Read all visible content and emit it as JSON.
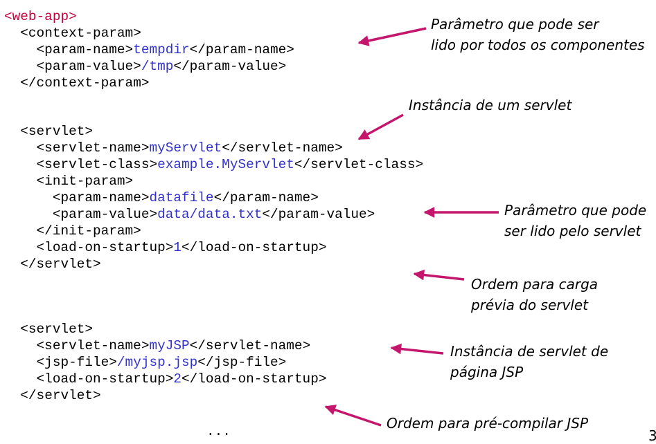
{
  "code": {
    "web_app_open": "<web-app>",
    "context_param_open": "<context-param>",
    "param_name_open": "<param-name>",
    "param_name_close": "</param-name>",
    "param_value_open": "<param-value>",
    "param_value_close": "</param-value>",
    "context_param_close": "</context-param>",
    "servlet_open": "<servlet>",
    "servlet_close": "</servlet>",
    "servlet_name_open": "<servlet-name>",
    "servlet_name_close": "</servlet-name>",
    "servlet_class_open": "<servlet-class>",
    "servlet_class_close": "</servlet-class>",
    "init_param_open": "<init-param>",
    "init_param_close": "</init-param>",
    "load_on_startup_open": "<load-on-startup>",
    "load_on_startup_close": "</load-on-startup>",
    "jsp_file_open": "<jsp-file>",
    "jsp_file_close": "</jsp-file>",
    "ellipsis": "...",
    "values": {
      "tempdir": "tempdir",
      "tmp": "/tmp",
      "my_servlet": "myServlet",
      "servlet_class": "example.MyServlet",
      "datafile": "datafile",
      "data_txt": "data/data.txt",
      "load_1": "1",
      "my_jsp": "myJSP",
      "jsp_path": "/myjsp.jsp",
      "load_2": "2"
    }
  },
  "annotations": {
    "context_param_line1": "Parâmetro que pode ser",
    "context_param_line2": "lido por todos os componentes",
    "servlet_instance": "Instância de um servlet",
    "init_param_line1": "Parâmetro que pode",
    "init_param_line2": "ser lido pelo servlet",
    "load_order_line1": "Ordem para carga",
    "load_order_line2": "prévia do servlet",
    "jsp_instance_line1": "Instância de servlet de",
    "jsp_instance_line2": "página JSP",
    "precompile": "Ordem para pré-compilar JSP"
  },
  "page_number": "3",
  "colors": {
    "root_tag": "#c3003c",
    "value_text": "#3232c8",
    "arrow": "#c3166c"
  }
}
